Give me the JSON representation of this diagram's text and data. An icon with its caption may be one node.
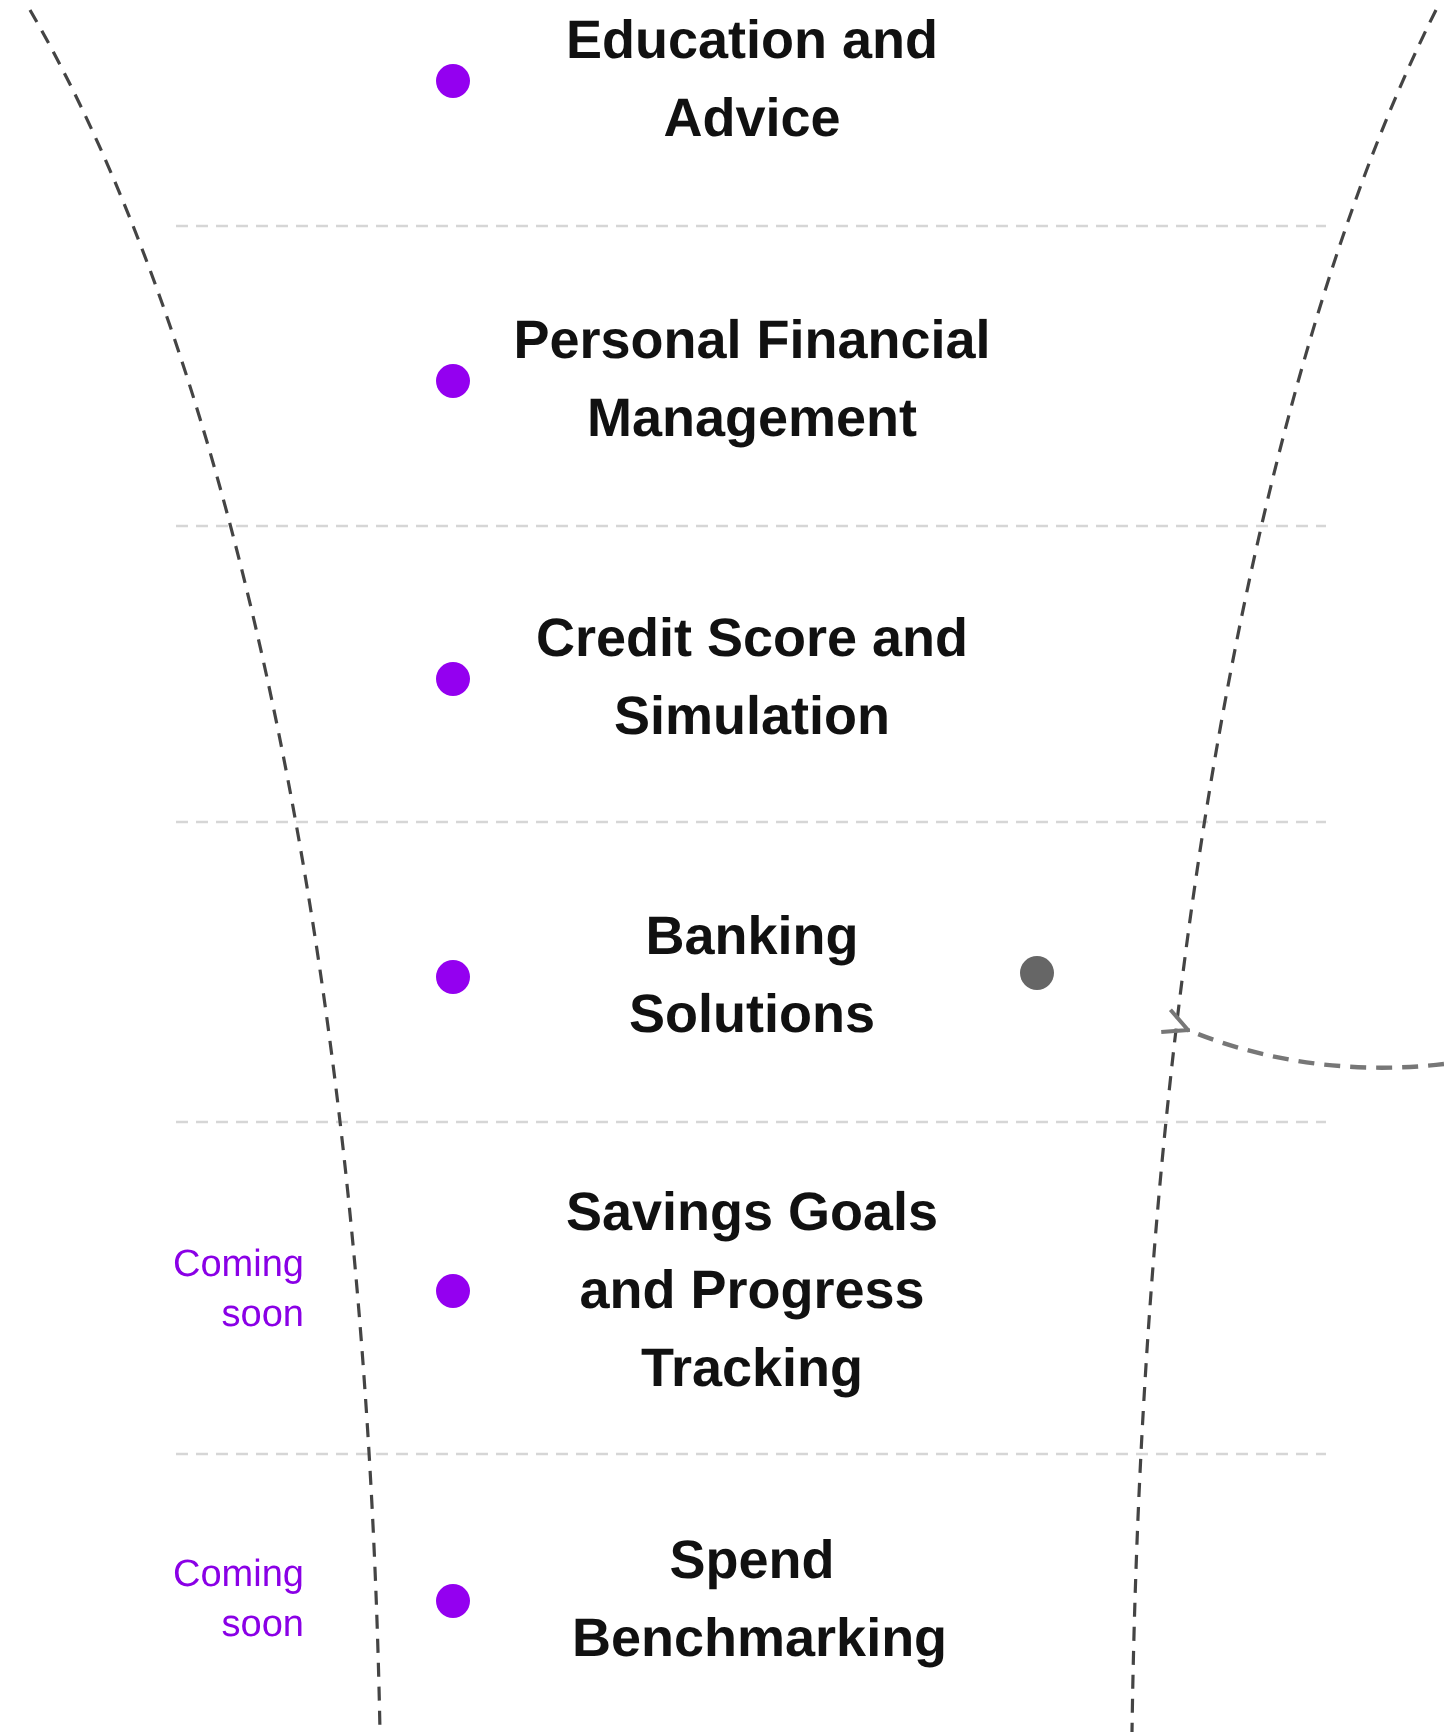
{
  "diagram": {
    "nodes": [
      {
        "text": [
          "Education and Advice"
        ]
      },
      {
        "text": [
          "Personal Financial Management"
        ]
      },
      {
        "text": [
          "Credit Score and Simulation"
        ]
      },
      {
        "text": [
          "Banking Solutions"
        ]
      },
      {
        "text": [
          "Savings Goals and Progress Tracking"
        ],
        "beside": [
          "Coming soon"
        ]
      },
      {
        "text": [
          "Spend Benchmarking"
        ],
        "beside": [
          "Coming soon"
        ]
      }
    ]
  }
}
